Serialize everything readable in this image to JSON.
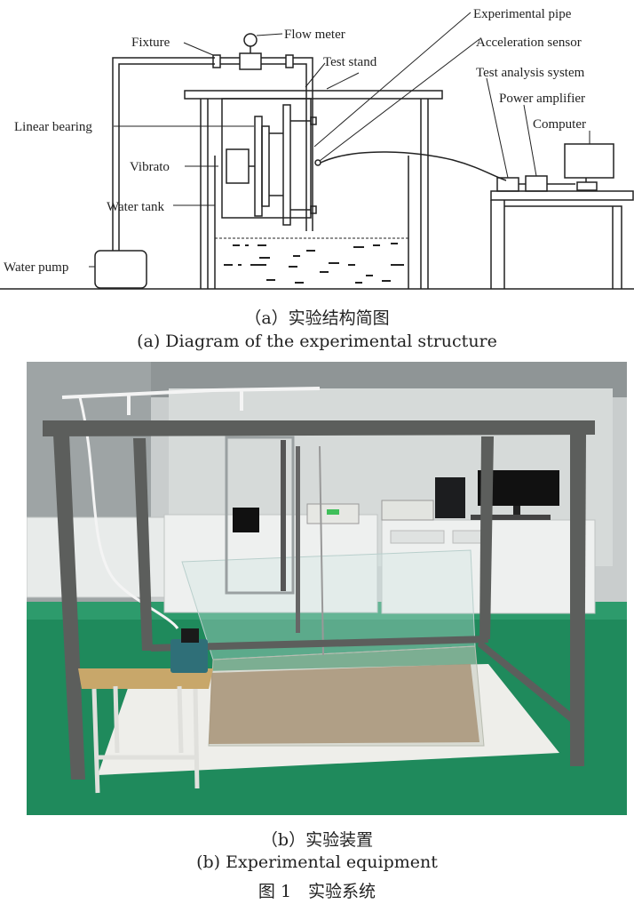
{
  "diagram": {
    "labels": {
      "fixture": "Fixture",
      "flow_meter": "Flow meter",
      "experimental_pipe": "Experimental pipe",
      "acceleration_sensor": "Acceleration sensor",
      "test_stand": "Test stand",
      "test_analysis_system": "Test analysis system",
      "power_amplifier": "Power amplifier",
      "computer": "Computer",
      "linear_bearing": "Linear bearing",
      "vibrato": "Vibrato",
      "water_tank": "Water tank",
      "water_pump": "Water pump"
    },
    "caption_zh": "（a）实验结构简图",
    "caption_en": "(a) Diagram of the experimental structure"
  },
  "photo": {
    "caption_zh": "（b）实验装置",
    "caption_en": "(b) Experimental equipment"
  },
  "figure_caption": "图 1　实验系统",
  "colors": {
    "line": "#222222",
    "floor": "#1f8a5c",
    "wall": "#d9dcdc",
    "frame": "#5c5e5c"
  }
}
